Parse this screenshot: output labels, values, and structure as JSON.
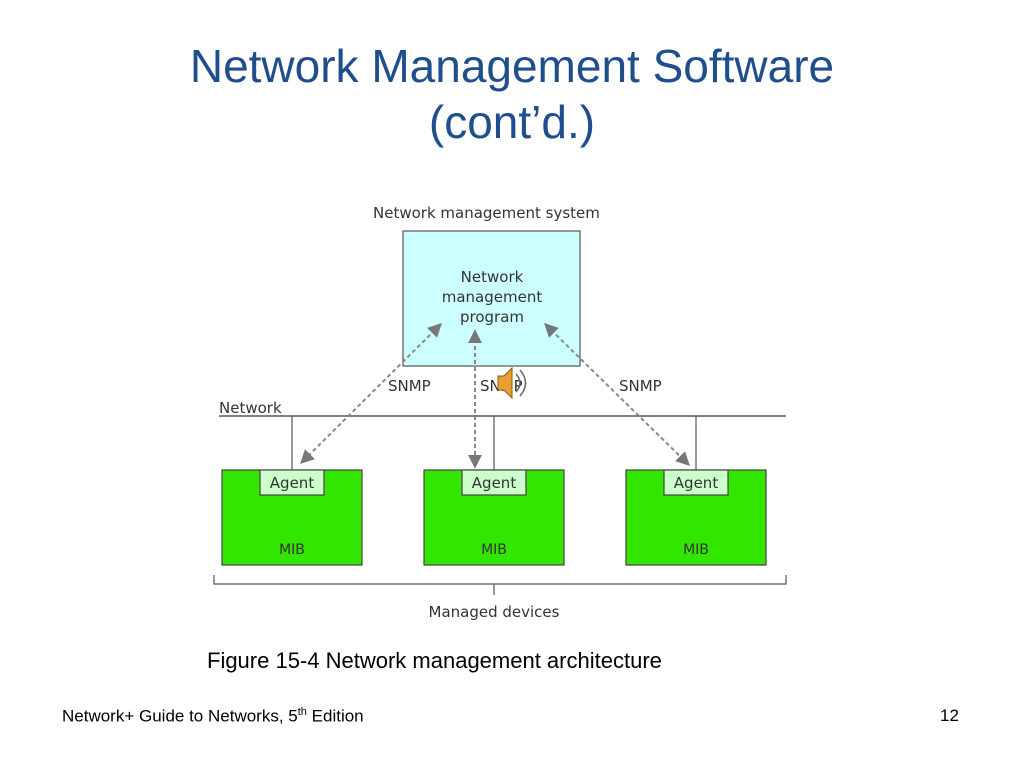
{
  "slide": {
    "title_line1": "Network Management Software",
    "title_line2": "(cont’d.)",
    "caption": "Figure 15-4 Network management architecture",
    "footer_text": "Network+ Guide to Networks, 5",
    "footer_sup": "th",
    "footer_after": " Edition",
    "page_number": "12"
  },
  "diagram": {
    "system_label": "Network management system",
    "program_line1": "Network",
    "program_line2": "management",
    "program_line3": "program",
    "network_label": "Network",
    "snmp_labels": [
      "SNMP",
      "SNMP",
      "SNMP"
    ],
    "agent_labels": [
      "Agent",
      "Agent",
      "Agent"
    ],
    "mib_labels": [
      "MIB",
      "MIB",
      "MIB"
    ],
    "managed_label": "Managed devices",
    "colors": {
      "program_box": "#ccffff",
      "device_box": "#33e600",
      "agent_box": "#ccffcc",
      "title": "#1f4e8c"
    }
  }
}
